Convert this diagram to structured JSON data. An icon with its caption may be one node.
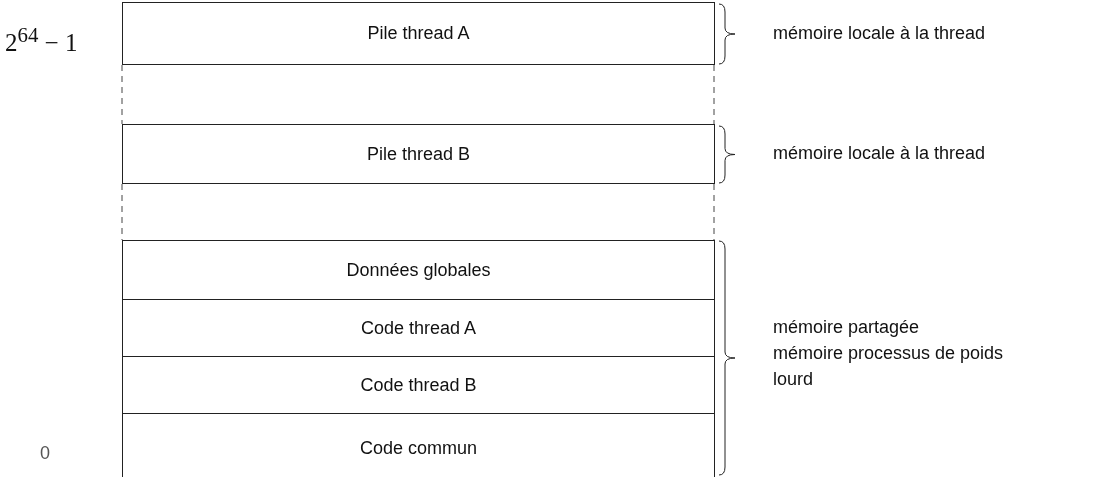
{
  "diagram": {
    "nodes": [
      {
        "text": [
          "Pile thread A"
        ]
      },
      {
        "text": [
          "Pile thread B"
        ]
      },
      {
        "text": [
          "Données globales"
        ]
      },
      {
        "text": [
          "Code thread A"
        ]
      },
      {
        "text": [
          "Code thread B"
        ]
      },
      {
        "text": [
          "Code commun"
        ]
      }
    ],
    "labels": [
      "2$^{64}$ − 1",
      "0",
      "mémoire locale à la thread",
      "mémoire locale à la thread",
      "mémoire partagée",
      "mémoire processus de poids lourd"
    ]
  }
}
